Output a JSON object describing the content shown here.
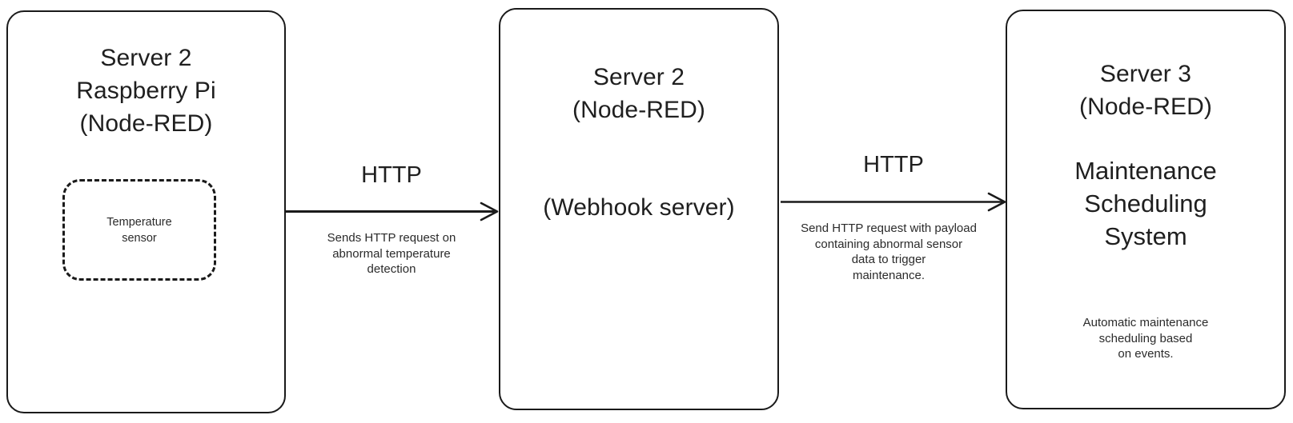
{
  "diagram": {
    "type": "flow-diagram",
    "background": "#ffffff",
    "stroke_color": "#1a1a1a",
    "text_color": "#1f1f1f",
    "nodes": [
      {
        "id": "server2-pi",
        "shape": "rounded-rect",
        "title_lines": [
          "Server 2",
          "Raspberry Pi",
          "(Node-RED)"
        ],
        "title": "Server 2\nRaspberry Pi\n(Node-RED)",
        "inner": {
          "id": "temperature-sensor",
          "shape": "rounded-rect-dashed",
          "label_lines": [
            "Temperature",
            "sensor"
          ],
          "label": "Temperature\nsensor"
        }
      },
      {
        "id": "server2-webhook",
        "shape": "rounded-rect",
        "title_lines": [
          "Server 2",
          "(Node-RED)"
        ],
        "title": "Server 2\n(Node-RED)",
        "subtitle": "(Webhook server)"
      },
      {
        "id": "server3-maintenance",
        "shape": "rounded-rect",
        "title_lines": [
          "Server 3",
          "(Node-RED)"
        ],
        "title": "Server 3\n(Node-RED)",
        "heading_lines": [
          "Maintenance",
          "Scheduling",
          "System"
        ],
        "heading": "Maintenance\nScheduling\nSystem",
        "note_lines": [
          "Automatic maintenance",
          "scheduling based",
          "on events."
        ],
        "note": "Automatic maintenance\nscheduling based\non events."
      }
    ],
    "edges": [
      {
        "id": "edge-1",
        "from": "server2-pi",
        "to": "server2-webhook",
        "protocol": "HTTP",
        "description_lines": [
          "Sends HTTP request on",
          "abnormal temperature",
          "detection"
        ],
        "description": "Sends HTTP request on\nabnormal temperature\ndetection",
        "arrowhead": "open-arrow-right"
      },
      {
        "id": "edge-2",
        "from": "server2-webhook",
        "to": "server3-maintenance",
        "protocol": "HTTP",
        "description_lines": [
          "Send HTTP request with payload",
          "containing abnormal sensor",
          "data to trigger",
          "maintenance."
        ],
        "description": "Send HTTP request with payload\ncontaining abnormal sensor\ndata to trigger\nmaintenance.",
        "arrowhead": "open-arrow-right"
      }
    ]
  }
}
